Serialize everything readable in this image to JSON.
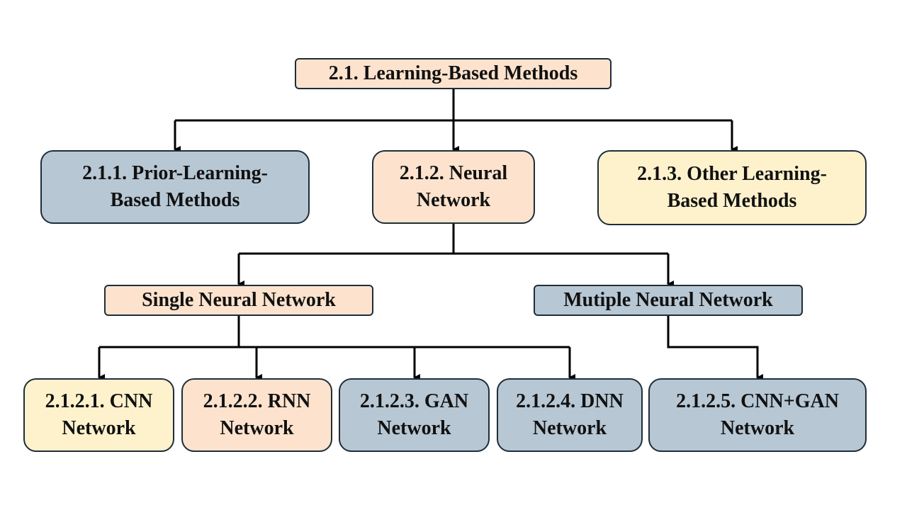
{
  "diagram": {
    "root": "2.1. Learning-Based Methods",
    "level1": [
      "2.1.1. Prior-Learning-\nBased Methods",
      "2.1.2. Neural\nNetwork",
      "2.1.3. Other Learning-\nBased Methods"
    ],
    "groups": [
      "Single Neural Network",
      "Mutiple Neural Network"
    ],
    "leaves": [
      "2.1.2.1. CNN\nNetwork",
      "2.1.2.2. RNN\nNetwork",
      "2.1.2.3. GAN\nNetwork",
      "2.1.2.4. DNN\nNetwork",
      "2.1.2.5. CNN+GAN\nNetwork"
    ],
    "colors": {
      "peach": "#fde3cd",
      "blue": "#b7c7d4",
      "yellow": "#fef2cc",
      "border": "#1f2d3a",
      "connector": "#000000"
    }
  }
}
